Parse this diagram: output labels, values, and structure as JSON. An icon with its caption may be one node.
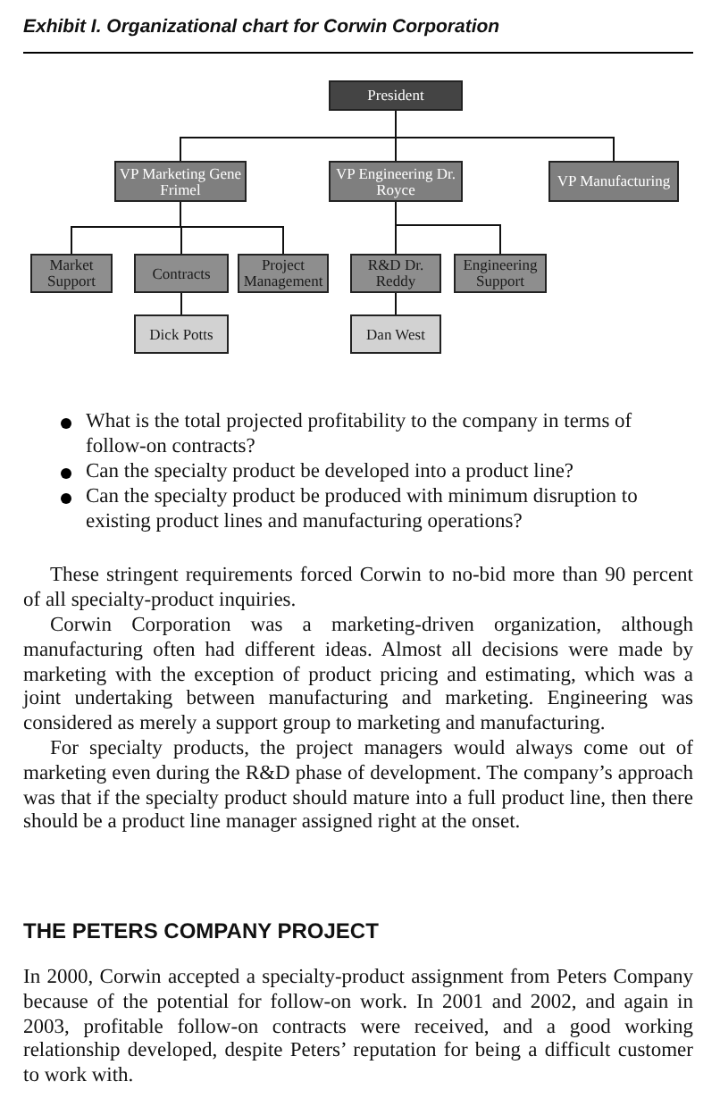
{
  "diagram": {
    "title": "Exhibit I. Organizational chart for Corwin Corporation",
    "nodes": [
      {
        "text": [
          "President"
        ]
      },
      {
        "text": [
          "VP Marketing Gene Frimel"
        ]
      },
      {
        "text": [
          "VP Engineering Dr. Royce"
        ]
      },
      {
        "text": [
          "VP Manufacturing"
        ]
      },
      {
        "text": [
          "Market Support"
        ]
      },
      {
        "text": [
          "Contracts"
        ]
      },
      {
        "text": [
          "Project Management"
        ]
      },
      {
        "text": [
          "R&D Dr. Reddy"
        ]
      },
      {
        "text": [
          "Engineering Support"
        ]
      },
      {
        "text": [
          "Dick Potts"
        ]
      },
      {
        "text": [
          "Dan West"
        ]
      }
    ],
    "edges": [
      {
        "from": 0,
        "to": 1,
        "arrow": "none"
      },
      {
        "from": 0,
        "to": 2,
        "arrow": "none"
      },
      {
        "from": 0,
        "to": 3,
        "arrow": "none"
      },
      {
        "from": 1,
        "to": 4,
        "arrow": "none"
      },
      {
        "from": 1,
        "to": 5,
        "arrow": "none"
      },
      {
        "from": 1,
        "to": 6,
        "arrow": "none"
      },
      {
        "from": 2,
        "to": 7,
        "arrow": "none"
      },
      {
        "from": 2,
        "to": 8,
        "arrow": "none"
      },
      {
        "from": 5,
        "to": 9,
        "arrow": "none"
      },
      {
        "from": 7,
        "to": 10,
        "arrow": "none"
      }
    ],
    "labels": [
      "What is the total projected profitability to the company in terms of follow-on contracts?",
      "Can the specialty product be developed into a product line?",
      "Can the specialty product be produced with minimum disruption to existing product lines and manufacturing operations?",
      "These stringent requirements forced Corwin to no-bid more than 90 percent of all specialty-product inquiries.",
      "Corwin Corporation was a marketing-driven organization, although manufacturing often had different ideas. Almost all decisions were made by marketing with the exception of product pricing and estimating, which was a joint undertaking between manufacturing and marketing. Engineering was considered as merely a support group to marketing and manufacturing.",
      "For specialty products, the project managers would always come out of marketing even during the R&D phase of development. The company’s approach was that if the specialty product should mature into a full product line, then there should be a product line manager assigned right at the onset.",
      "THE PETERS COMPANY PROJECT",
      "In 2000, Corwin accepted a specialty-product assignment from Peters Company because of the potential for follow-on work. In 2001 and 2002, and again in 2003, profitable follow-on contracts were received, and a good working relationship developed, despite Peters’ reputation for being a difficult customer to work with."
    ]
  }
}
